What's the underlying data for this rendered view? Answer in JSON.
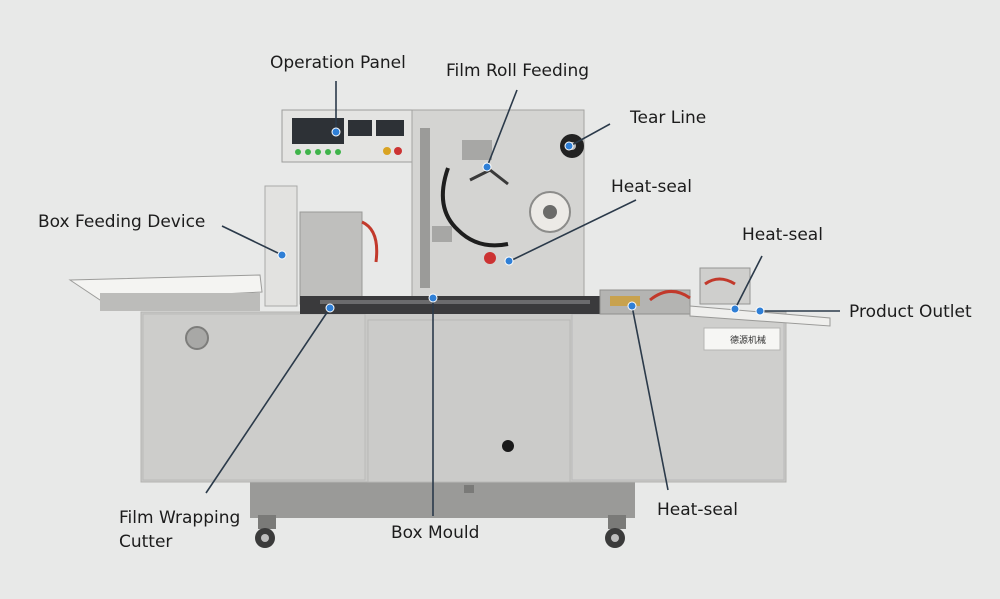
{
  "labels": {
    "operation_panel": "Operation Panel",
    "film_roll_feeding": "Film Roll Feeding",
    "tear_line": "Tear Line",
    "heat_seal_upper": "Heat-seal",
    "heat_seal_right": "Heat-seal",
    "product_outlet": "Product Outlet",
    "box_feeding_device": "Box Feeding Device",
    "film_wrapping_cutter_1": "Film Wrapping",
    "film_wrapping_cutter_2": "Cutter",
    "box_mould": "Box Mould",
    "heat_seal_bottom": "Heat-seal"
  },
  "machine": {
    "nameplate_text": "德源机械"
  },
  "colors": {
    "background": "#e8e9e8",
    "leader_line": "#2b3a4a",
    "marker_dot": "#2f7fd6",
    "machine_body": "#c9c9c7",
    "machine_panel": "#d8d8d6"
  }
}
